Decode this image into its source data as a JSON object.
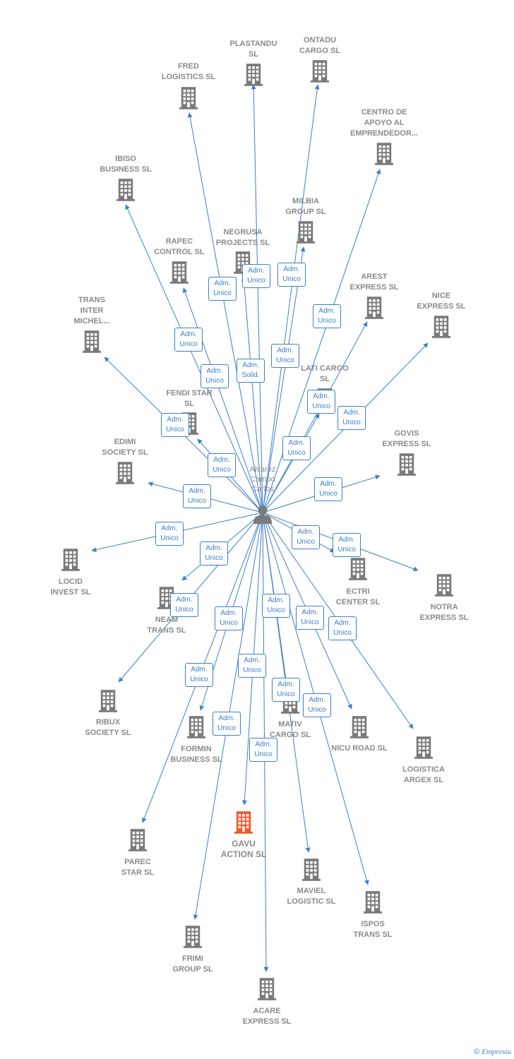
{
  "colors": {
    "edge": "#3d7fc8",
    "building": "#7a7a7a",
    "highlight": "#f05a2a",
    "label": "#8a8a8a"
  },
  "center": {
    "label": "Alvarez\nCampo\nCarlos",
    "icon": "person-icon"
  },
  "companies": [
    {
      "id": "plastandu",
      "label": "PLASTANDU\nSL",
      "icon": "building-icon"
    },
    {
      "id": "ontadu",
      "label": "ONTADU\nCARGO  SL",
      "icon": "building-icon"
    },
    {
      "id": "fred",
      "label": "FRED\nLOGISTICS  SL",
      "icon": "building-icon"
    },
    {
      "id": "centro",
      "label": "CENTRO DE\nAPOYO AL\nEMPRENDEDOR...",
      "icon": "building-icon"
    },
    {
      "id": "ibiso",
      "label": "IBISO\nBUSINESS  SL",
      "icon": "building-icon"
    },
    {
      "id": "milbia",
      "label": "MILBIA\nGROUP  SL",
      "icon": "building-icon"
    },
    {
      "id": "negrusa",
      "label": "NEGRUSA\nPROJECTS  SL",
      "icon": "building-icon"
    },
    {
      "id": "rapec",
      "label": "RAPEC\nCONTROL  SL",
      "icon": "building-icon"
    },
    {
      "id": "arest",
      "label": "AREST\nEXPRESS  SL",
      "icon": "building-icon"
    },
    {
      "id": "nice",
      "label": "NICE\nEXPRESS  SL",
      "icon": "building-icon"
    },
    {
      "id": "trans",
      "label": "TRANS\nINTER\nMICHEL...",
      "icon": "building-icon"
    },
    {
      "id": "laticargo",
      "label": "LATI CARGO\nSL",
      "icon": "building-icon"
    },
    {
      "id": "fendi",
      "label": "FENDI STAR\nSL",
      "icon": "building-icon"
    },
    {
      "id": "govis",
      "label": "GOVIS\nEXPRESS  SL",
      "icon": "building-icon"
    },
    {
      "id": "edimi",
      "label": "EDIMI\nSOCIETY  SL",
      "icon": "building-icon"
    },
    {
      "id": "locid",
      "label": "LOCID\nINVEST  SL",
      "icon": "building-icon"
    },
    {
      "id": "ectri",
      "label": "ECTRI\nCENTER  SL",
      "icon": "building-icon"
    },
    {
      "id": "notra",
      "label": "NOTRA\nEXPRESS  SL",
      "icon": "building-icon"
    },
    {
      "id": "neam",
      "label": "NEAM\nTRANS  SL",
      "icon": "building-icon"
    },
    {
      "id": "ribux",
      "label": "RIBUX\nSOCIETY  SL",
      "icon": "building-icon"
    },
    {
      "id": "formin",
      "label": "FORMIN\nBUSINESS  SL",
      "icon": "building-icon"
    },
    {
      "id": "mativ",
      "label": "MATIV\nCARGO  SL",
      "icon": "building-icon"
    },
    {
      "id": "nicu",
      "label": "NICU ROAD  SL",
      "icon": "building-icon"
    },
    {
      "id": "logistica",
      "label": "LOGISTICA\nARGEX  SL",
      "icon": "building-icon"
    },
    {
      "id": "gavu",
      "label": "GAVU\nACTION  SL",
      "icon": "building-icon",
      "highlight": true
    },
    {
      "id": "parec",
      "label": "PAREC\nSTAR  SL",
      "icon": "building-icon"
    },
    {
      "id": "maviel",
      "label": "MAVIEL\nLOGISTIC  SL",
      "icon": "building-icon"
    },
    {
      "id": "ispos",
      "label": "ISPOS\nTRANS  SL",
      "icon": "building-icon"
    },
    {
      "id": "frimi",
      "label": "FRIMI\nGROUP  SL",
      "icon": "building-icon"
    },
    {
      "id": "acare",
      "label": "ACARE\nEXPRESS  SL",
      "icon": "building-icon"
    }
  ],
  "relations": [
    {
      "to": "plastandu",
      "role": "Adm.\nUnico"
    },
    {
      "to": "ontadu",
      "role": "Adm.\nUnico"
    },
    {
      "to": "fred",
      "role": "Adm.\nUnico"
    },
    {
      "to": "centro",
      "role": "Adm.\nUnico"
    },
    {
      "to": "ibiso",
      "role": "Adm.\nUnico"
    },
    {
      "to": "milbia",
      "role": "Adm.\nUnico"
    },
    {
      "to": "negrusa",
      "role": "Adm.\nSolid."
    },
    {
      "to": "rapec",
      "role": "Adm.\nUnico"
    },
    {
      "to": "arest",
      "role": "Adm.\nUnico"
    },
    {
      "to": "nice",
      "role": "Adm.\nUnico"
    },
    {
      "to": "trans",
      "role": "Adm.\nUnico"
    },
    {
      "to": "laticargo",
      "role": "Adm.\nUnico"
    },
    {
      "to": "fendi",
      "role": "Adm.\nUnico"
    },
    {
      "to": "govis",
      "role": "Adm.\nUnico"
    },
    {
      "to": "edimi",
      "role": "Adm.\nUnico"
    },
    {
      "to": "locid",
      "role": "Adm.\nUnico"
    },
    {
      "to": "ectri",
      "role": "Adm.\nUnico"
    },
    {
      "to": "notra",
      "role": "Adm.\nUnico"
    },
    {
      "to": "neam",
      "role": "Adm.\nUnico"
    },
    {
      "to": "ribux",
      "role": "Adm.\nUnico"
    },
    {
      "to": "formin",
      "role": "Adm.\nUnico"
    },
    {
      "to": "mativ",
      "role": "Adm.\nUnico"
    },
    {
      "to": "nicu",
      "role": "Adm.\nUnico"
    },
    {
      "to": "logistica",
      "role": "Adm.\nUnico"
    },
    {
      "to": "gavu",
      "role": "Adm.\nUnico"
    },
    {
      "to": "parec",
      "role": "Adm.\nUnico"
    },
    {
      "to": "maviel",
      "role": "Adm.\nUnico"
    },
    {
      "to": "ispos",
      "role": "Adm.\nUnico"
    },
    {
      "to": "frimi",
      "role": "Adm.\nUnico"
    },
    {
      "to": "acare",
      "role": "Adm.\nUnico"
    }
  ],
  "footer": {
    "copyright": "©",
    "brand": "Empresia"
  }
}
